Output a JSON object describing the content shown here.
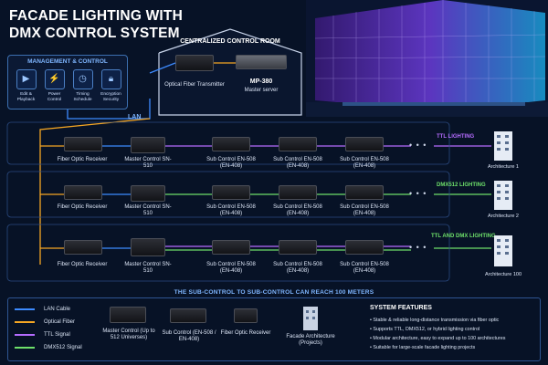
{
  "title": "FACADE LIGHTING WITH DMX CONTROL SYSTEM",
  "management": {
    "title": "MANAGEMENT & CONTROL",
    "items": [
      {
        "label": "Edit & Playback",
        "icon": "playback-icon"
      },
      {
        "label": "Power Control",
        "icon": "power-icon"
      },
      {
        "label": "Timing Schedule",
        "icon": "clock-icon"
      },
      {
        "label": "Encryption Security",
        "icon": "lock-icon"
      }
    ]
  },
  "control_room": {
    "title": "CENTRALIZED CONTROL ROOM",
    "transmitter": "Optical Fiber Transmitter",
    "server_model": "MP-380",
    "server_label": "Master server"
  },
  "lan_label": "LAN",
  "rows": [
    {
      "receiver": "Fiber Optic Receiver",
      "master": "Master Control SN-510",
      "subs": [
        "Sub Control EN-508 (EN-408)",
        "Sub Control EN-508 (EN-408)",
        "Sub Control EN-508 (EN-408)"
      ],
      "tag": "TTL LIGHTING",
      "architecture": "Architecture 1"
    },
    {
      "receiver": "Fiber Optic Receiver",
      "master": "Master Control SN-510",
      "subs": [
        "Sub Control EN-508 (EN-408)",
        "Sub Control EN-508 (EN-408)",
        "Sub Control EN-508 (EN-408)"
      ],
      "tag": "DMX512 LIGHTING",
      "architecture": "Architecture 2"
    },
    {
      "receiver": "Fiber Optic Receiver",
      "master": "Master Control SN-510",
      "subs": [
        "Sub Control EN-508 (EN-408)",
        "Sub Control EN-508 (EN-408)",
        "Sub Control EN-508 (EN-408)"
      ],
      "tag": "TTL AND DMX LIGHTING",
      "architecture": "Architecture 100"
    }
  ],
  "distance_note": "THE SUB-CONTROL TO SUB-CONTROL CAN REACH 100 METERS",
  "legend": {
    "lines": [
      {
        "label": "LAN Cable",
        "color": "#3d8bff"
      },
      {
        "label": "Optical Fiber",
        "color": "#f5a623"
      },
      {
        "label": "TTL Signal",
        "color": "#b56cff"
      },
      {
        "label": "DMX512 Signal",
        "color": "#6ee06a"
      }
    ],
    "devices": [
      "Master Control (Up to 512 Universes)",
      "Sub Control (EN-508 / EN-408)",
      "Fiber Optic Receiver",
      "Facade Architecture (Projects)"
    ]
  },
  "features": {
    "title": "SYSTEM FEATURES",
    "items": [
      "Stable & reliable long-distance transmission via fiber optic",
      "Supports TTL, DMX512, or hybrid lighting control",
      "Modular architecture, easy to expand up to 100 architectures",
      "Suitable for large-scale facade lighting projects"
    ]
  },
  "colors": {
    "lan": "#3d8bff",
    "fiber": "#f5a623",
    "ttl": "#b56cff",
    "dmx": "#6ee06a",
    "accent": "#7fb6ff"
  },
  "dots": "• • •"
}
